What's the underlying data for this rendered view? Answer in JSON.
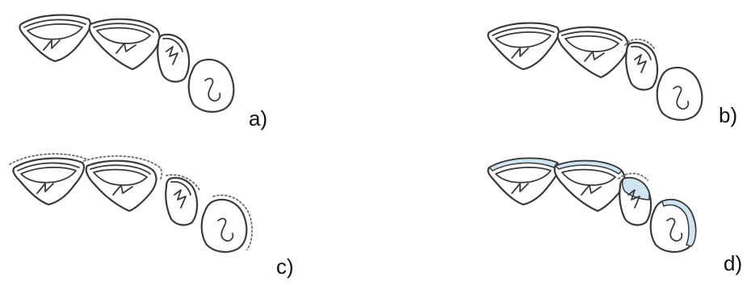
{
  "panels": [
    {
      "id": "a",
      "label": "a)",
      "show_dotted": false,
      "show_veneer": false,
      "dotted_scope": "none"
    },
    {
      "id": "b",
      "label": "b)",
      "show_dotted": true,
      "show_veneer": false,
      "dotted_scope": "third-tooth"
    },
    {
      "id": "c",
      "label": "c)",
      "show_dotted": true,
      "show_veneer": false,
      "dotted_scope": "all-teeth"
    },
    {
      "id": "d",
      "label": "d)",
      "show_dotted": true,
      "show_veneer": true,
      "dotted_scope": "third-tooth"
    }
  ],
  "colors": {
    "outline": "#3a3a3a",
    "dotted": "#6d6d6d",
    "veneer": "#cfe6f2"
  }
}
